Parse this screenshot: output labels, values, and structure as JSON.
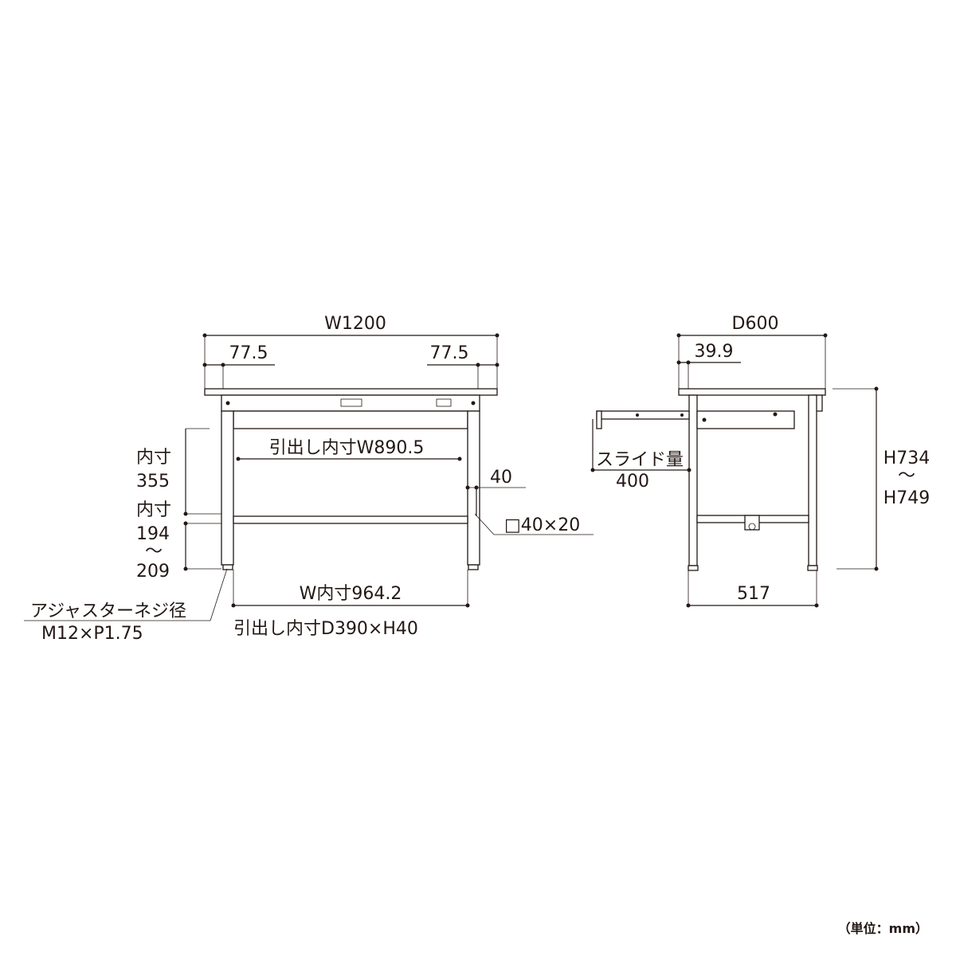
{
  "front_view": {
    "overall_width": "W1200",
    "left_offset": "77.5",
    "right_offset": "77.5",
    "drawer_inner_width": "引出し内寸W890.5",
    "inner_height_top_label": "内寸",
    "inner_height_top_value": "355",
    "inner_height_bottom_label": "内寸",
    "inner_height_bottom_min": "194",
    "inner_height_bottom_tilde": "～",
    "inner_height_bottom_max": "209",
    "bar_height": "40",
    "pipe_size": "□40×20",
    "inner_width": "W内寸964.2",
    "drawer_inner_size": "引出し内寸D390×H40",
    "adjuster_label": "アジャスターネジ径",
    "adjuster_spec": "M12×P1.75"
  },
  "side_view": {
    "overall_depth": "D600",
    "front_offset": "39.9",
    "slide_label": "スライド量",
    "slide_value": "400",
    "height_min": "H734",
    "height_tilde": "～",
    "height_max": "H749",
    "leg_span": "517"
  },
  "unit_note": "（単位：mm）"
}
